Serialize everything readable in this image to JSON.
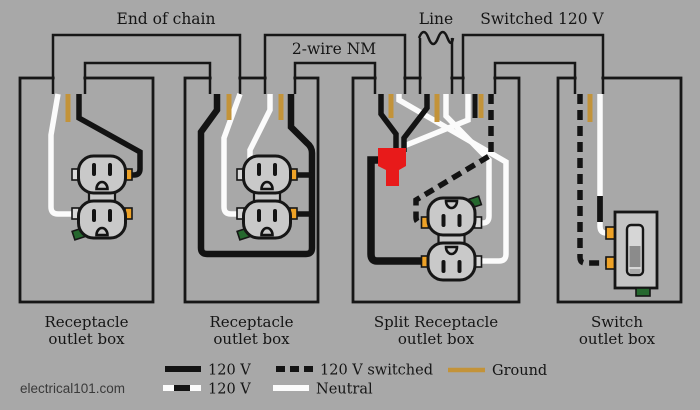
{
  "title_labels": {
    "end_of_chain": "End of chain",
    "two_wire_nm": "2-wire NM",
    "line": "Line",
    "switched_120v": "Switched 120 V"
  },
  "boxes": [
    {
      "id": "receptacle-outlet-box-1",
      "line1": "Receptacle",
      "line2": "outlet box"
    },
    {
      "id": "receptacle-outlet-box-2",
      "line1": "Receptacle",
      "line2": "outlet box"
    },
    {
      "id": "split-receptacle-outlet-box",
      "line1": "Split Receptacle",
      "line2": "outlet box"
    },
    {
      "id": "switch-outlet-box",
      "line1": "Switch",
      "line2": "outlet box"
    }
  ],
  "legend": {
    "v120_solid": "120 V",
    "v120_switched": "120 V switched",
    "ground": "Ground",
    "v120_marked": "120 V",
    "neutral": "Neutral"
  },
  "footer": {
    "website": "electrical101.com"
  },
  "colors": {
    "background": "#a8a8a8",
    "wire_black": "#131313",
    "wire_white": "#fbfbfb",
    "wire_ground": "#c39339",
    "brass_screw": "#eea227",
    "silver_screw": "#d8d8d8",
    "ground_screw": "#25682e",
    "wire_nut_red": "#e81a1a",
    "device_face": "#c9c9c9"
  }
}
